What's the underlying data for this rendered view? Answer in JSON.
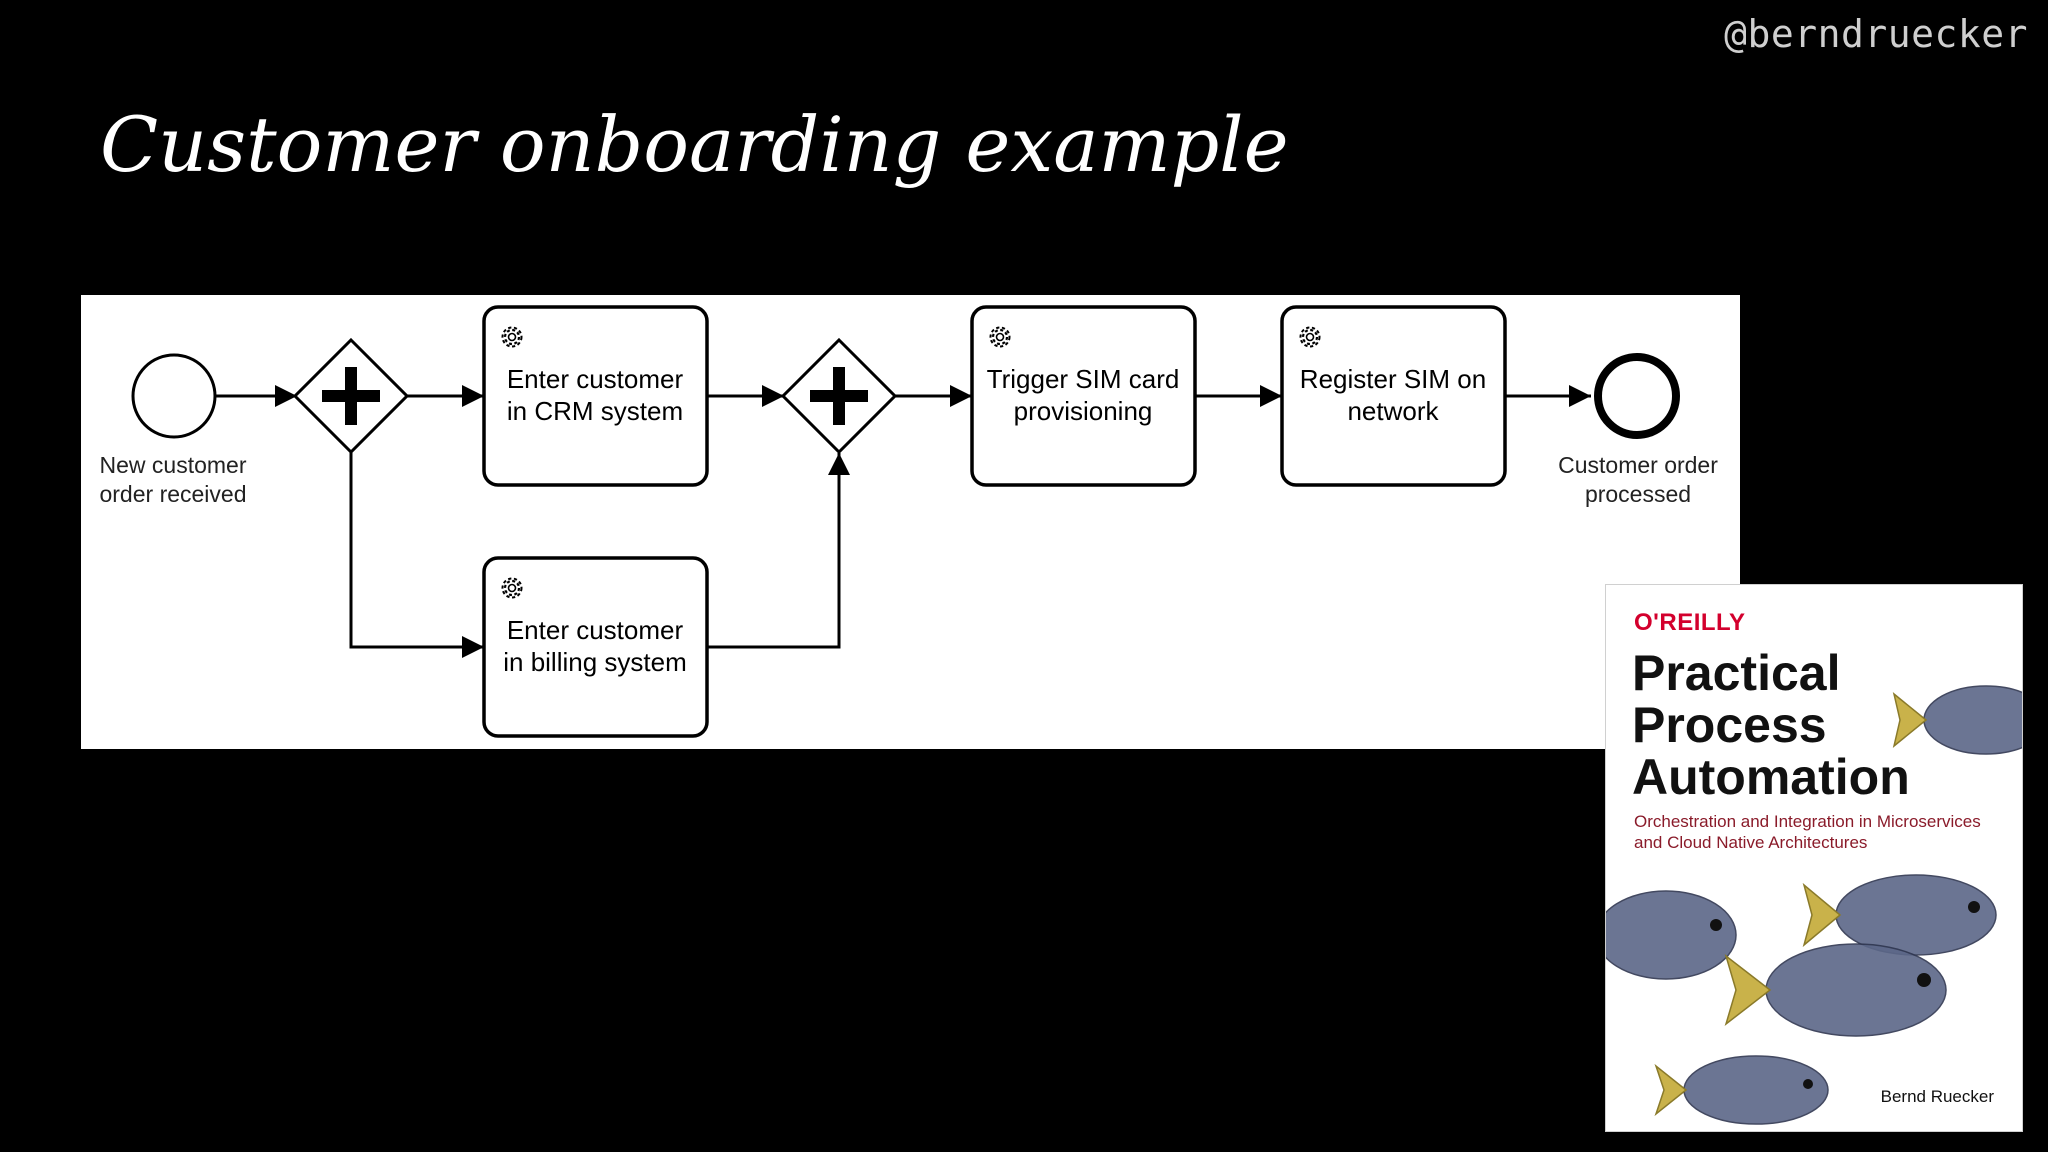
{
  "slide": {
    "handle": "@berndruecker",
    "title": "Customer onboarding example"
  },
  "diagram": {
    "start_event": {
      "label_lines": [
        "New customer",
        "order received"
      ]
    },
    "tasks": {
      "crm": {
        "label_lines": [
          "Enter customer",
          "in CRM system"
        ]
      },
      "billing": {
        "label_lines": [
          "Enter customer",
          "in billing system"
        ]
      },
      "sim_card": {
        "label_lines": [
          "Trigger SIM card",
          "provisioning"
        ]
      },
      "register_sim": {
        "label_lines": [
          "Register SIM on",
          "network"
        ]
      }
    },
    "end_event": {
      "label_lines": [
        "Customer order",
        "processed"
      ]
    },
    "colors": {
      "stroke": "#000000",
      "background": "#ffffff"
    }
  },
  "book": {
    "publisher": "O'REILLY",
    "title": "Practical\nProcess\nAutomation",
    "subtitle": "Orchestration and Integration in Microservices\nand Cloud Native Architectures",
    "author": "Bernd Ruecker",
    "colors": {
      "publisher": "#d3002d",
      "subtitle": "#8a1b2a",
      "fish": "#5c6788"
    }
  }
}
